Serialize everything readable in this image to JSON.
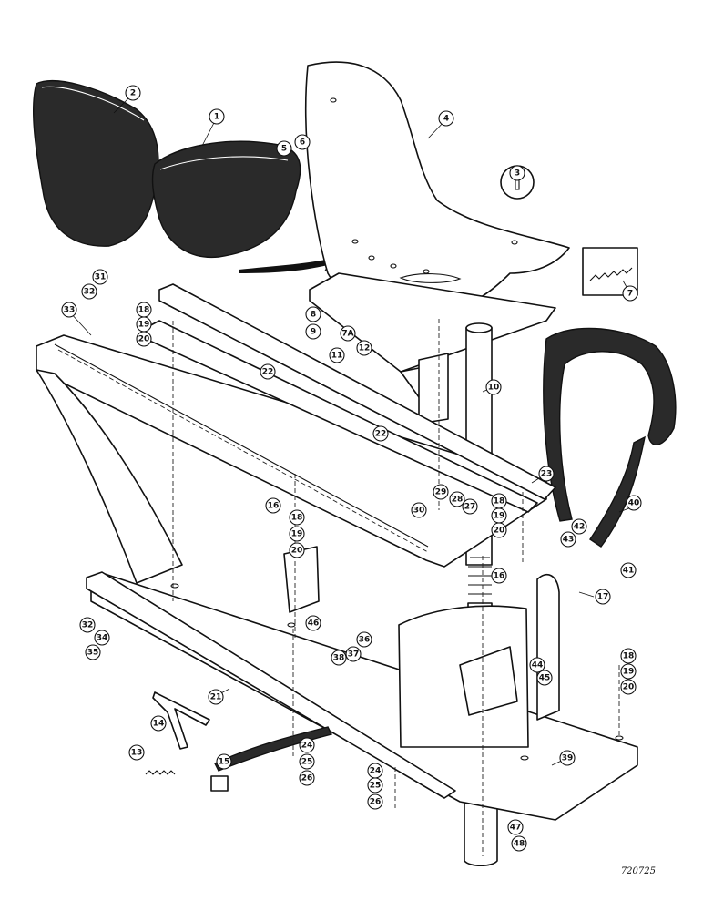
{
  "drawing_code": "720725",
  "callouts": [
    "1",
    "2",
    "3",
    "4",
    "5",
    "6",
    "7",
    "7A",
    "8",
    "9",
    "10",
    "11",
    "12",
    "13",
    "14",
    "15",
    "16",
    "17",
    "18",
    "19",
    "20",
    "21",
    "22",
    "23",
    "24",
    "25",
    "26",
    "27",
    "28",
    "29",
    "30",
    "31",
    "32",
    "33",
    "34",
    "35",
    "36",
    "37",
    "38",
    "39",
    "40",
    "41",
    "42",
    "43",
    "44",
    "45",
    "46",
    "47",
    "48"
  ]
}
